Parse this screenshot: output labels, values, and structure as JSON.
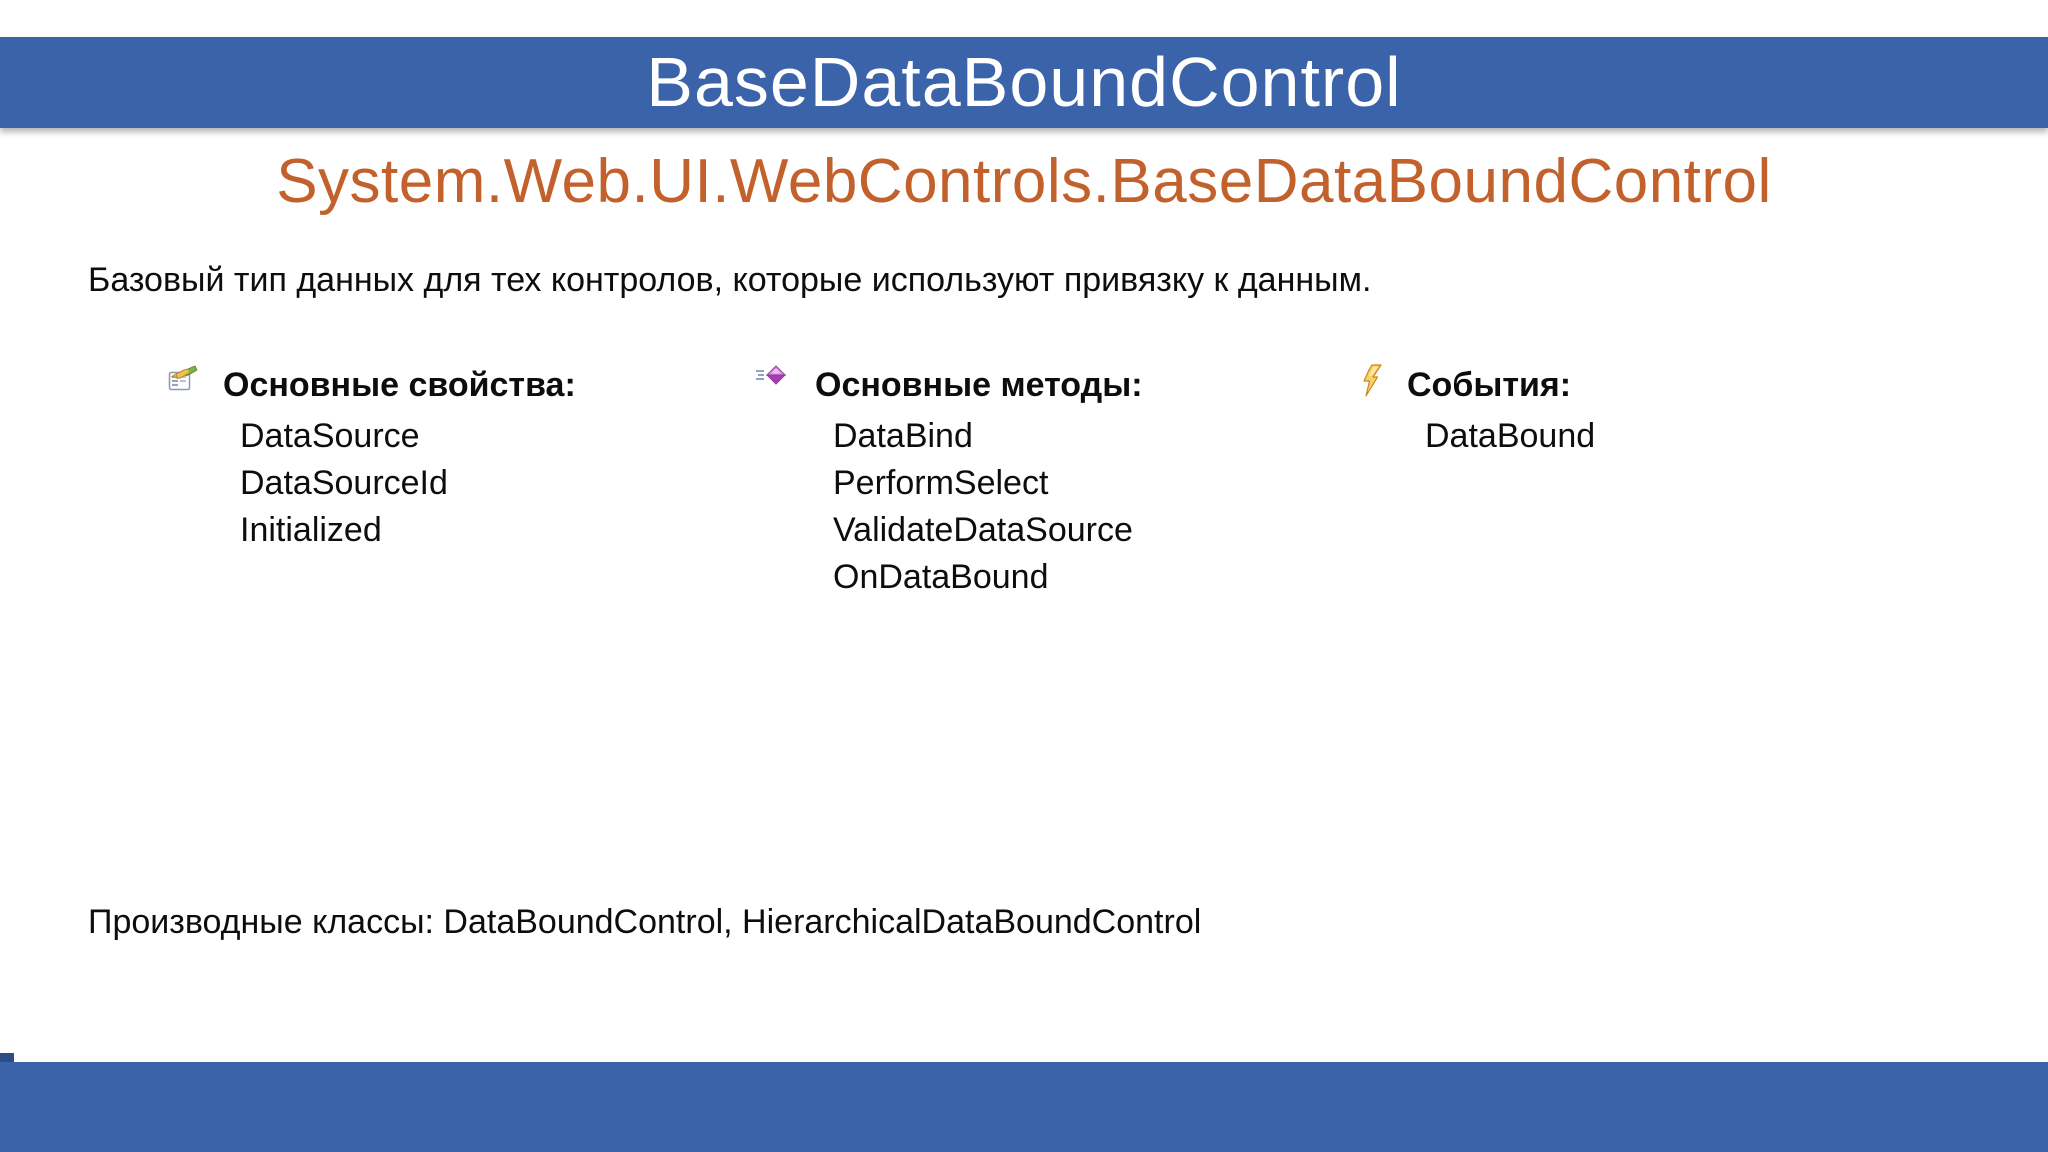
{
  "header": {
    "title": "BaseDataBoundControl",
    "bg_color": "#3a63a9",
    "text_color": "#ffffff"
  },
  "subtitle": {
    "text": "System.Web.UI.WebControls.BaseDataBoundControl",
    "color": "#c3612c"
  },
  "description": "Базовый тип данных для тех контролов, которые используют привязку к данным.",
  "columns": [
    {
      "icon": "properties-icon",
      "title": "Основные свойства:",
      "items": [
        "DataSource",
        "DataSourceId",
        "Initialized"
      ]
    },
    {
      "icon": "method-icon",
      "title": "Основные методы:",
      "items": [
        "DataBind",
        "PerformSelect",
        "ValidateDataSource",
        "OnDataBound"
      ]
    },
    {
      "icon": "event-icon",
      "title": "События:",
      "items": [
        "DataBound"
      ]
    }
  ],
  "derived_note": "Производные классы: DataBoundControl, HierarchicalDataBoundControl",
  "footer": {
    "bg_color": "#3a63a9",
    "notch_color": "#2c4d87"
  },
  "icon_colors": {
    "properties_sheet": "#fdfdfd",
    "properties_hand": "#eec152",
    "properties_accent": "#7ab648",
    "method_diamond_light": "#dd8fe6",
    "method_diamond_dark": "#a83cb5",
    "method_lines": "#8899bb",
    "event_bolt_fill": "#f6d26b",
    "event_bolt_stroke": "#c8861f"
  }
}
